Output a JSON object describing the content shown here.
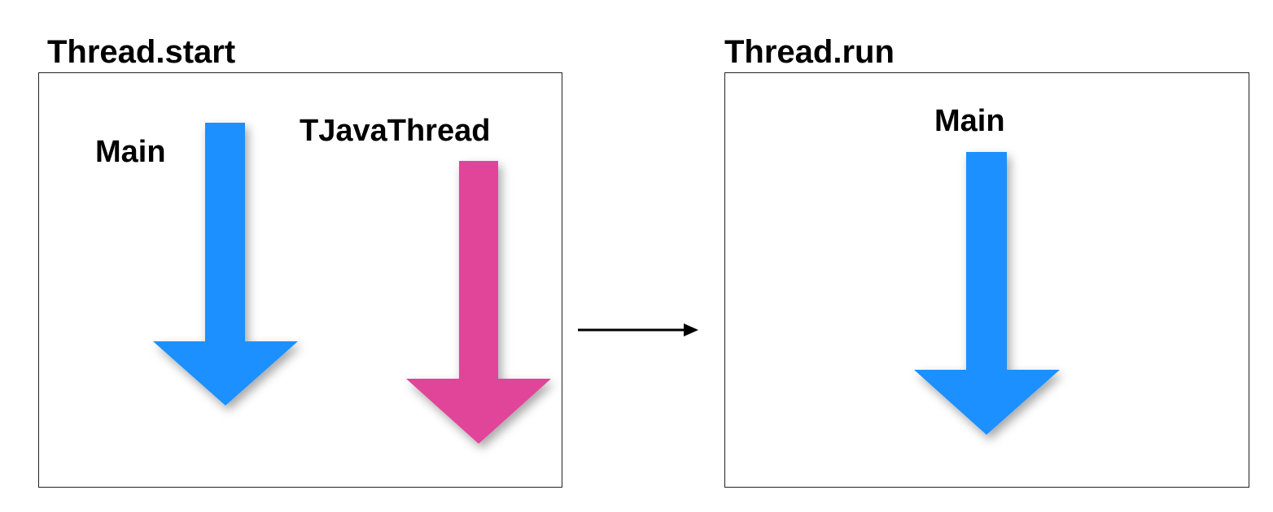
{
  "left_panel": {
    "title": "Thread.start",
    "main_label": "Main",
    "thread_label": "TJavaThread"
  },
  "right_panel": {
    "title": "Thread.run",
    "main_label": "Main"
  },
  "colors": {
    "main_arrow": "#1e90ff",
    "thread_arrow": "#e0449a",
    "connector": "#000000"
  }
}
